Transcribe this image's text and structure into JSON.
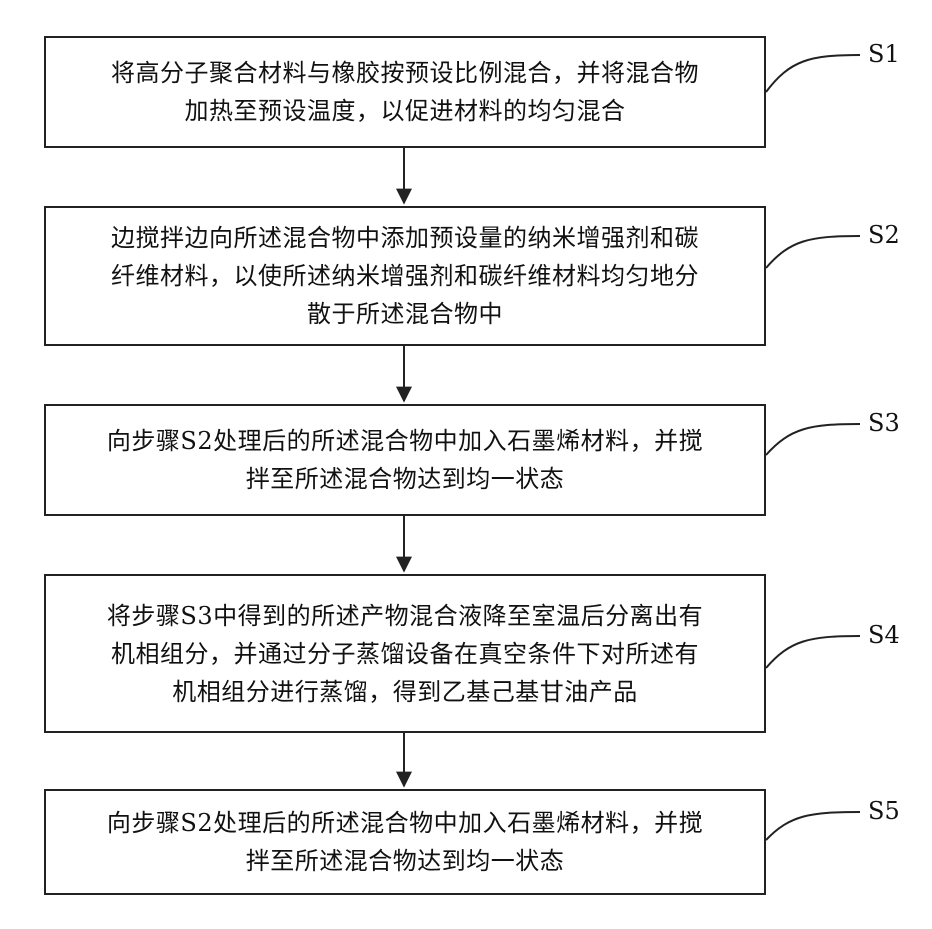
{
  "steps": [
    {
      "label": "S1",
      "lines": [
        "将高分子聚合材料与橡胶按预设比例混合，并将混合物",
        "加热至预设温度，以促进材料的均匀混合"
      ]
    },
    {
      "label": "S2",
      "lines": [
        "边搅拌边向所述混合物中添加预设量的纳米增强剂和碳",
        "纤维材料，以使所述纳米增强剂和碳纤维材料均匀地分",
        "散于所述混合物中"
      ]
    },
    {
      "label": "S3",
      "lines": [
        "向步骤S2处理后的所述混合物中加入石墨烯材料，并搅",
        "拌至所述混合物达到均一状态"
      ]
    },
    {
      "label": "S4",
      "lines": [
        "将步骤S3中得到的所述产物混合液降至室温后分离出有",
        "机相组分，并通过分子蒸馏设备在真空条件下对所述有",
        "机相组分进行蒸馏，得到乙基己基甘油产品"
      ]
    },
    {
      "label": "S5",
      "lines": [
        "向步骤S2处理后的所述混合物中加入石墨烯材料，并搅",
        "拌至所述混合物达到均一状态"
      ]
    }
  ]
}
